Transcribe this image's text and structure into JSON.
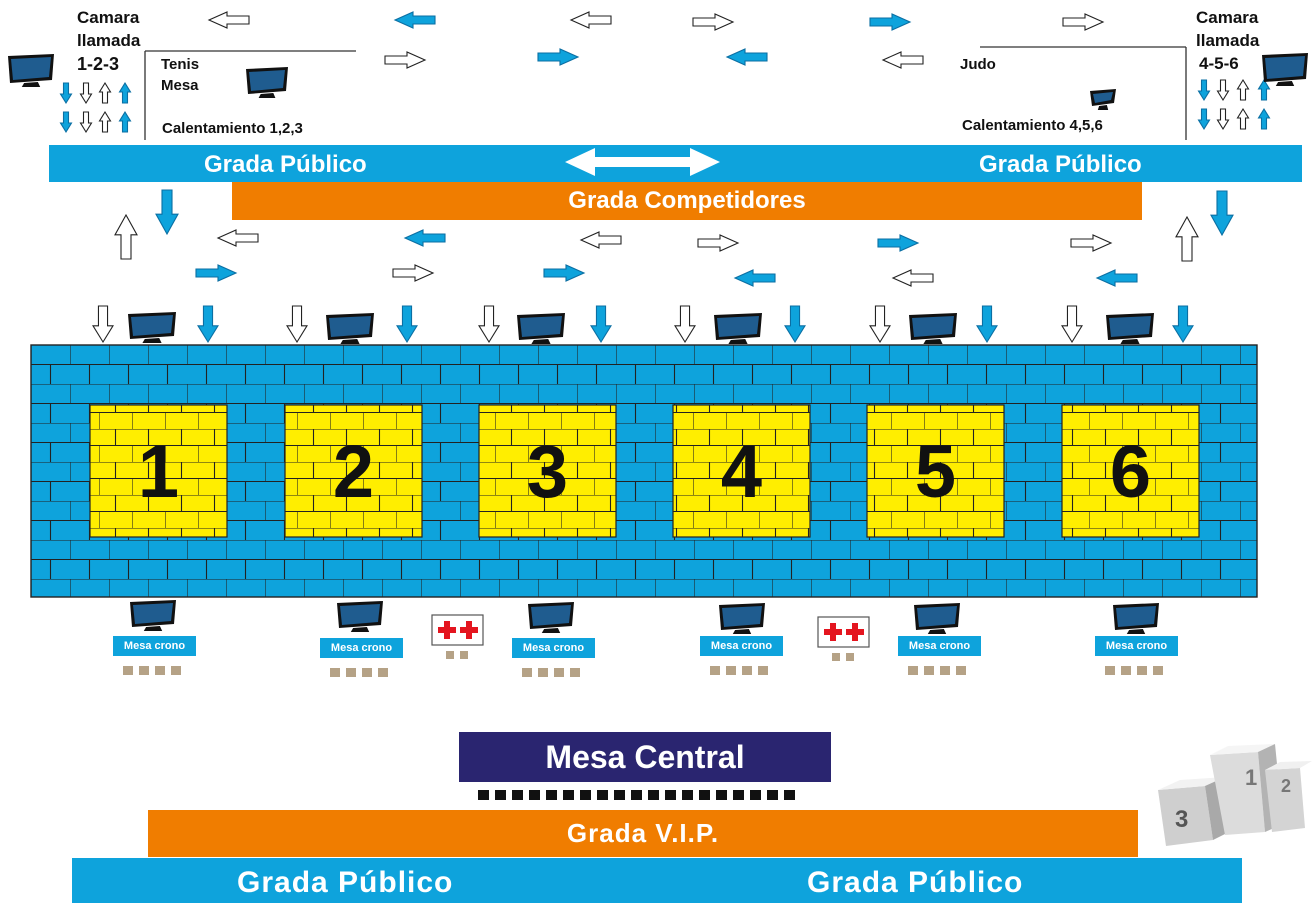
{
  "top": {
    "camara_left": [
      "Camara",
      "llamada",
      "1-2-3"
    ],
    "camara_right": [
      "Camara",
      "llamada",
      "4-5-6"
    ],
    "tenis_mesa": [
      "Tenis",
      "Mesa"
    ],
    "judo": "Judo",
    "warmup_left": "Calentamiento 1,2,3",
    "warmup_right": "Calentamiento 4,5,6"
  },
  "stands": {
    "public_top_left": "Grada Público",
    "public_top_right": "Grada Público",
    "competitors": "Grada Competidores",
    "vip": "Grada V.I.P.",
    "public_bottom_left": "Grada Público",
    "public_bottom_right": "Grada Público"
  },
  "areas": [
    "1",
    "2",
    "3",
    "4",
    "5",
    "6"
  ],
  "timing_table_label": "Mesa crono",
  "central_table": "Mesa Central",
  "podium_places": [
    "1",
    "2",
    "3"
  ],
  "icons": [
    "monitor-icon",
    "arrow-icon",
    "first-aid-icon",
    "podium-icon"
  ],
  "colors": {
    "blue": "#0ea3dc",
    "orange": "#f07d00",
    "yellow": "#ffee00",
    "navy": "#2a2570",
    "chair": "#b5a286",
    "cross": "#e4151f"
  }
}
